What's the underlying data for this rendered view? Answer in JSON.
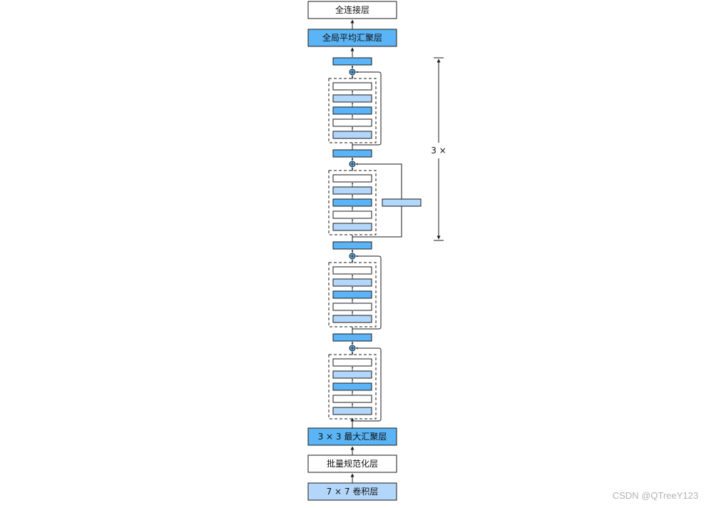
{
  "diagram": {
    "labels": {
      "fc": "全连接层",
      "global_avg_pool": "全局平均汇聚层",
      "max_pool": "3 × 3 最大汇聚层",
      "batch_norm": "批量规范化层",
      "conv7": "7 × 7 卷积层",
      "repeat": "3 ×"
    },
    "watermark": "CSDN @QTreeY123"
  },
  "colors": {
    "blue": "#5ab4f6",
    "light_blue": "#b3d7fb",
    "white": "#ffffff",
    "stroke": "#1a1a1a"
  }
}
